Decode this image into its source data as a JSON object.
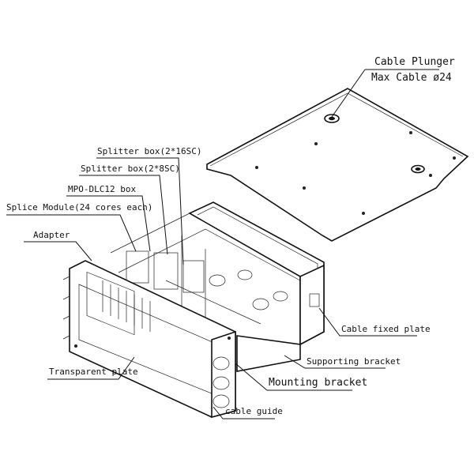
{
  "diagram": {
    "labels": {
      "cable_plunger": "Cable Plunger",
      "max_cable": "Max Cable ø24",
      "splitter_box_16": "Splitter box(2*16SC)",
      "splitter_box_8": "Splitter box(2*8SC)",
      "mpo_box": "MPO-DLC12 box",
      "splice_module": "Splice Module(24 cores each)",
      "adapter": "Adapter",
      "cable_fixed_plate": "Cable fixed plate",
      "supporting_bracket": "Supporting bracket",
      "mounting_bracket": "Mounting bracket",
      "transparent_plate": "Transparent plate",
      "cable_guide": "cable guide"
    },
    "colors": {
      "line": "#111111",
      "background": "#ffffff"
    }
  }
}
